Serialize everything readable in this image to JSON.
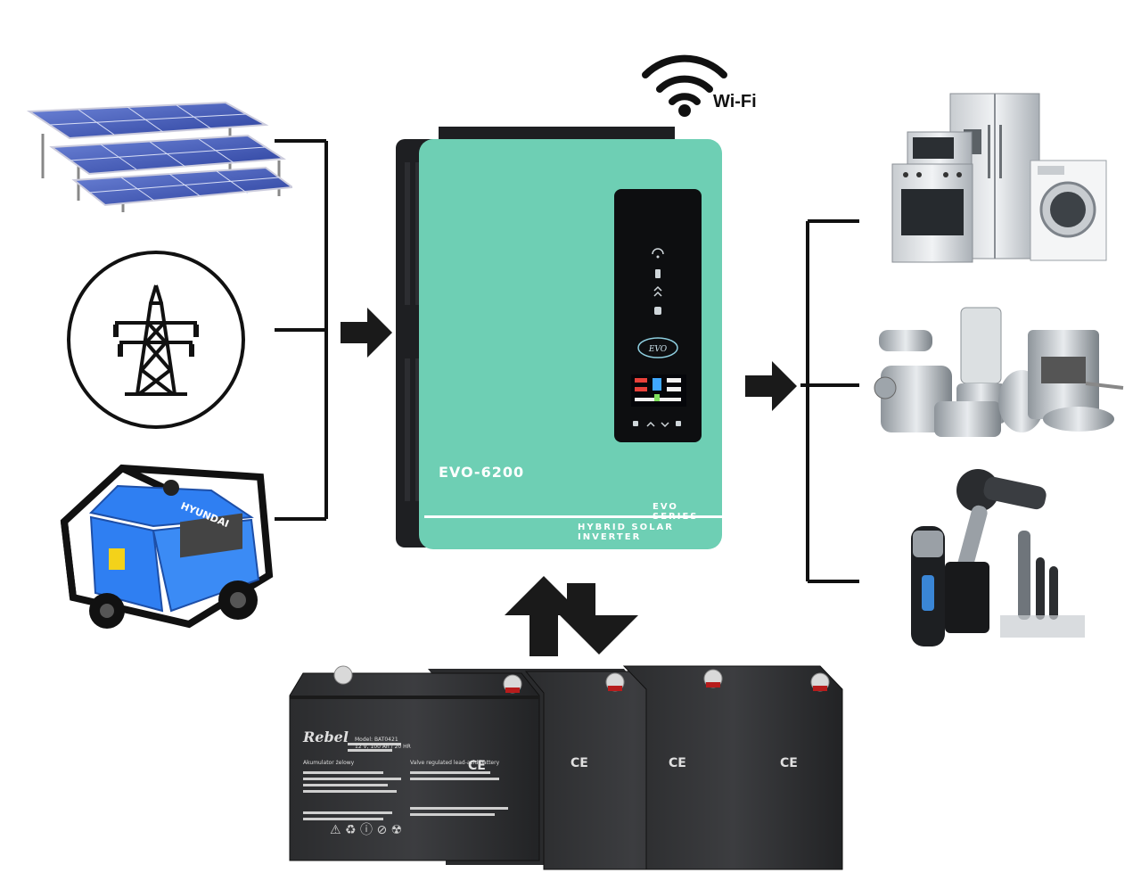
{
  "wifi": {
    "label": "Wi-Fi"
  },
  "inverter": {
    "model": "EVO-6200",
    "series": "EVO SERIES",
    "type": "HYBRID SOLAR INVERTER",
    "logo": "EVO",
    "body_color": "#6ecfb4",
    "frame_color": "#1e1f22"
  },
  "battery": {
    "brand": "Rebel",
    "model": "Model: BAT0421",
    "spec": "12 V, 100 Ah / 20 HR",
    "title": "Akumulator żelowy",
    "subtitle": "Valve regulated lead-acid battery",
    "count": 4
  },
  "generator": {
    "brand": "HYUNDAI",
    "color": "#2f7ff2"
  },
  "colors": {
    "line": "#111111",
    "arrow": "#1a1a1a"
  }
}
